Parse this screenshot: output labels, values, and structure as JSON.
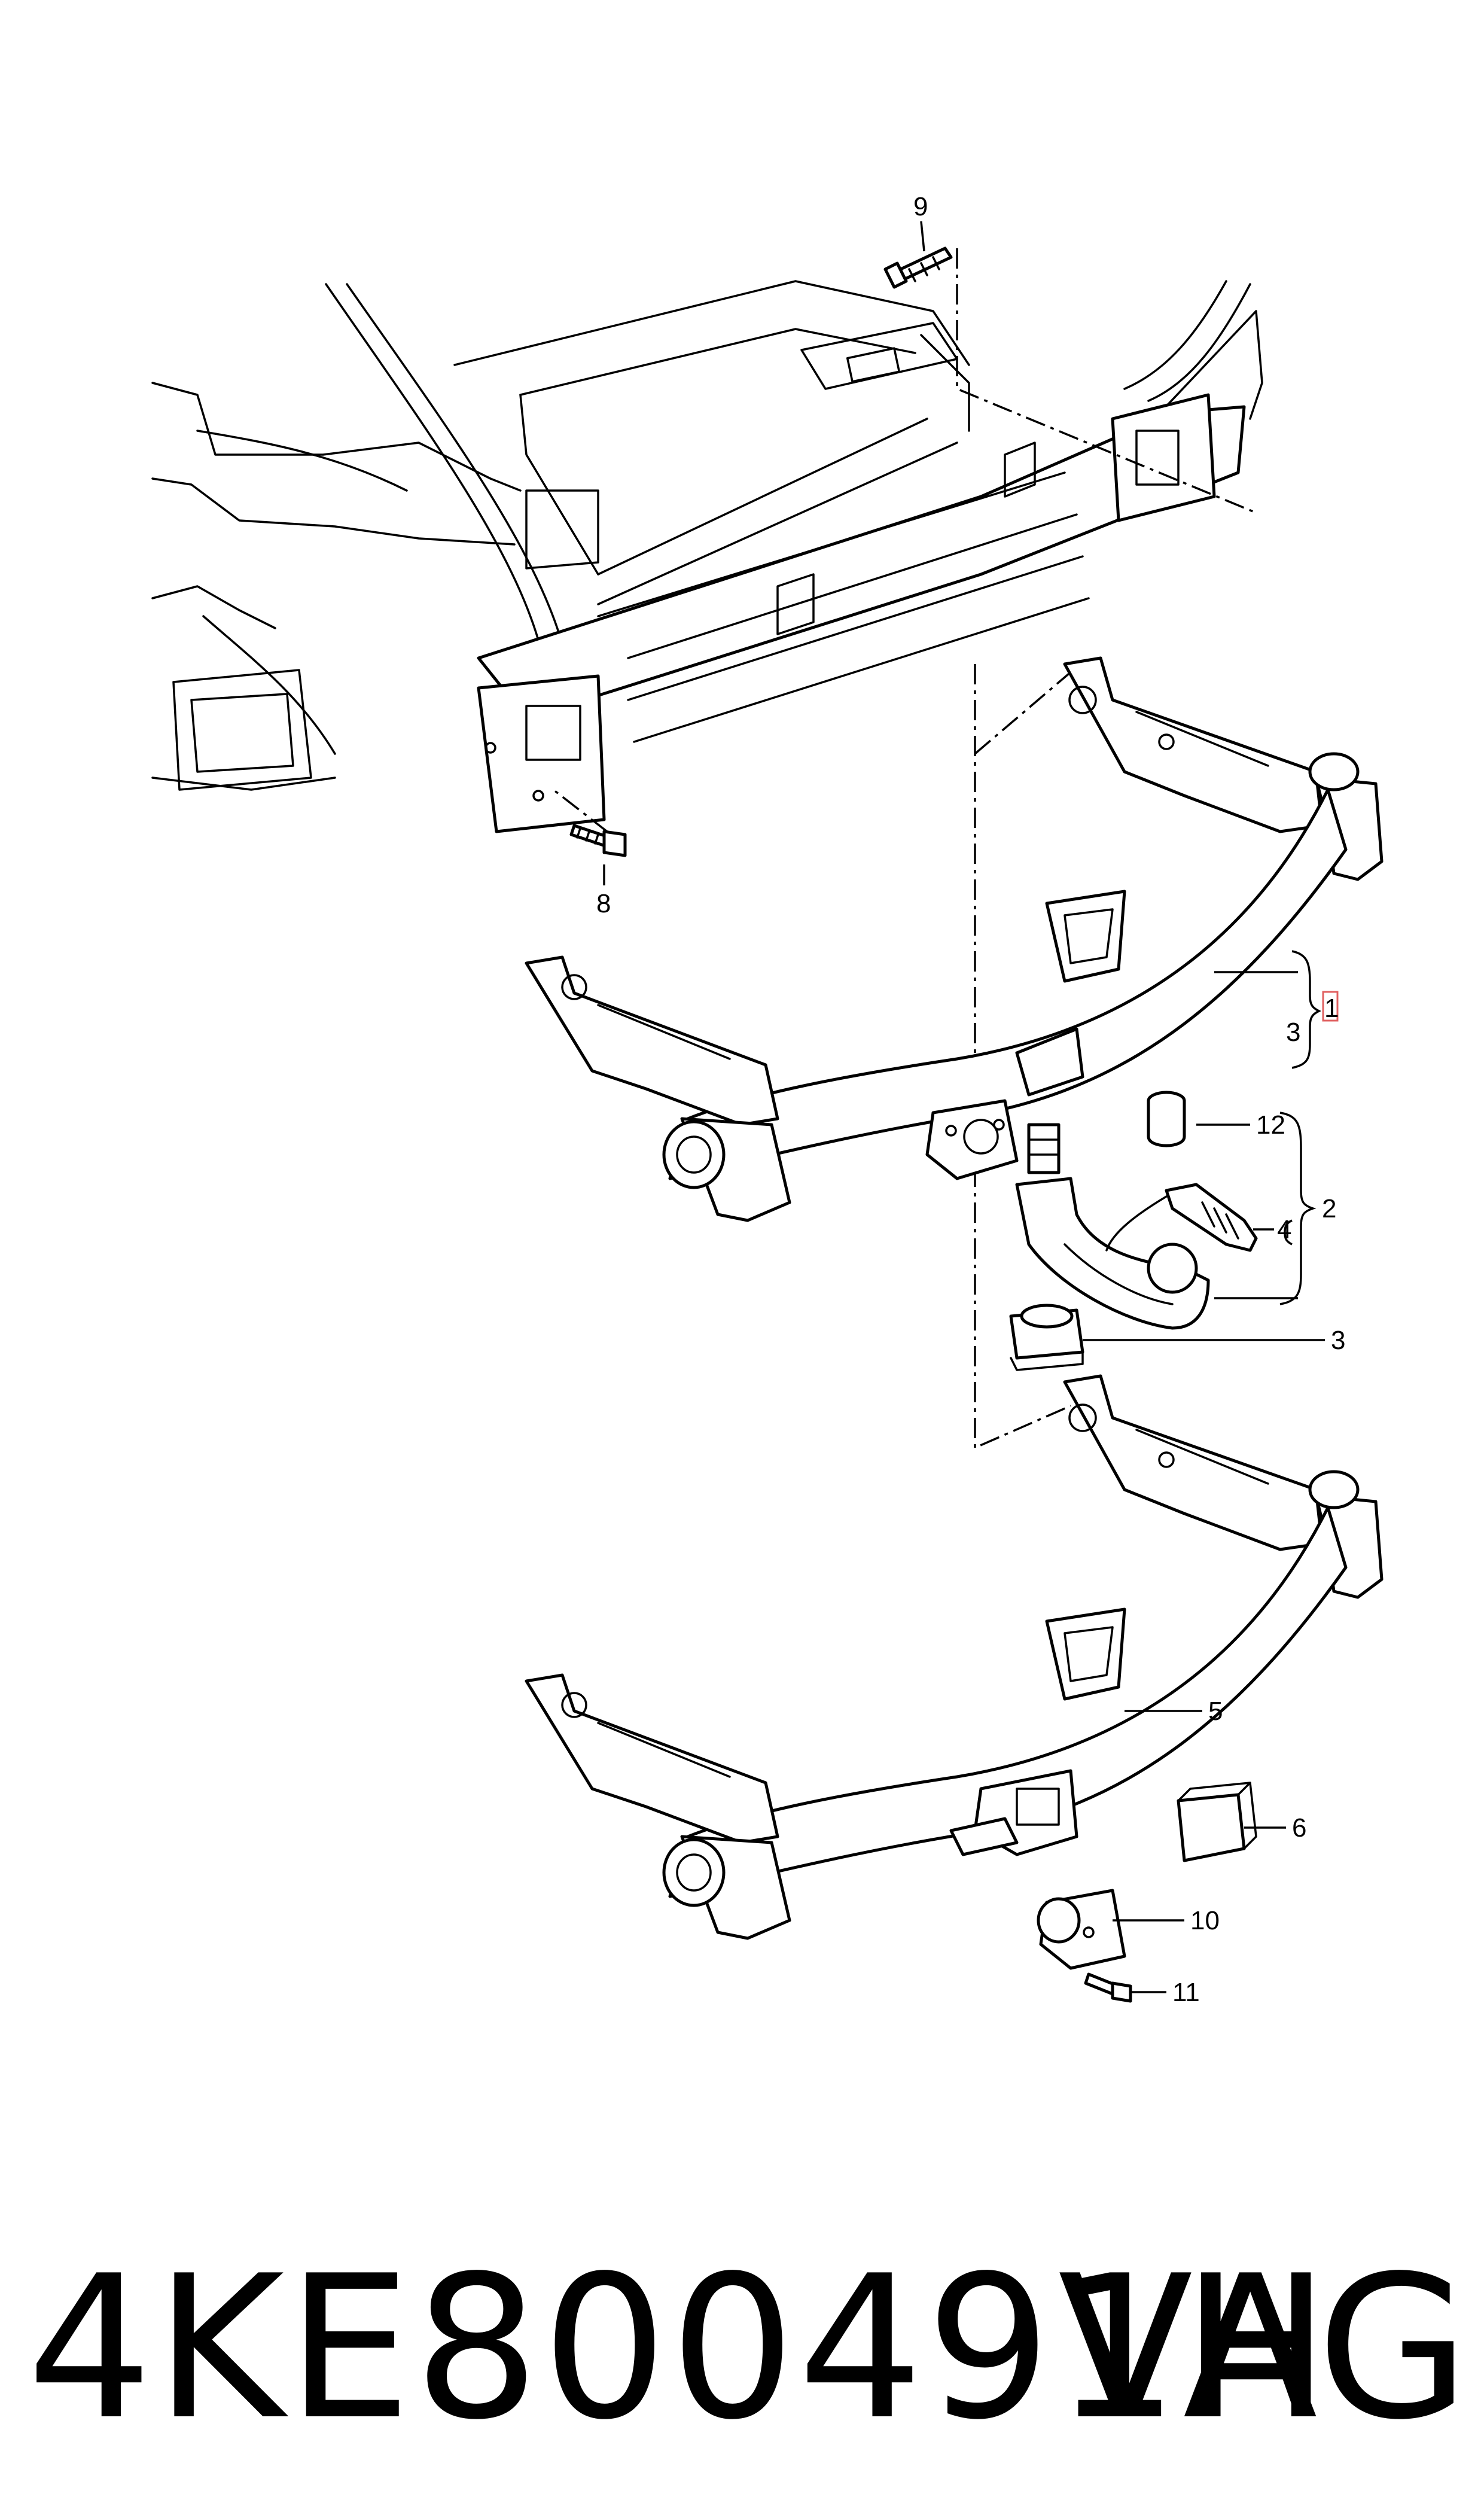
{
  "diagram": {
    "callouts": {
      "c1": "1",
      "c2": "2",
      "c3_upper": "3",
      "c3_lower": "3",
      "c4": "4",
      "c5": "5",
      "c6": "6",
      "c8": "8",
      "c9": "9",
      "c10": "10",
      "c11": "11",
      "c12": "12"
    },
    "highlight_color": "#e06060"
  },
  "footer": {
    "part_number": "4KE800491H",
    "brand": "VAG"
  }
}
